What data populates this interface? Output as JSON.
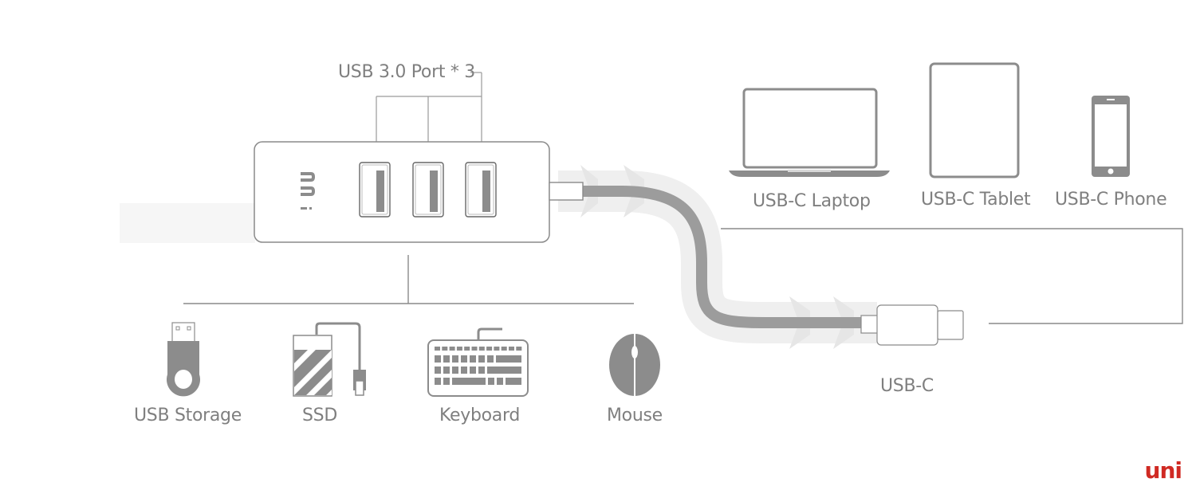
{
  "diagram": {
    "hub": {
      "ports_label": "USB 3.0 Port * 3",
      "port_count": 3,
      "brand_mark": "uni"
    },
    "host_devices": [
      {
        "label": "USB-C Laptop",
        "icon": "laptop-icon"
      },
      {
        "label": "USB-C Tablet",
        "icon": "tablet-icon"
      },
      {
        "label": "USB-C Phone",
        "icon": "phone-icon"
      }
    ],
    "connector": {
      "label": "USB-C",
      "icon": "usb-c-plug-icon"
    },
    "peripherals": [
      {
        "label": "USB Storage",
        "icon": "usb-drive-icon"
      },
      {
        "label": "SSD",
        "icon": "ssd-icon"
      },
      {
        "label": "Keyboard",
        "icon": "keyboard-icon"
      },
      {
        "label": "Mouse",
        "icon": "mouse-icon"
      }
    ],
    "brand_logo": "uni",
    "colors": {
      "line": "#8a8a8a",
      "icon_fill": "#8c8c8c",
      "cable": "#9a9a9a",
      "glow": "#ececec",
      "brand": "#d02a23"
    }
  }
}
